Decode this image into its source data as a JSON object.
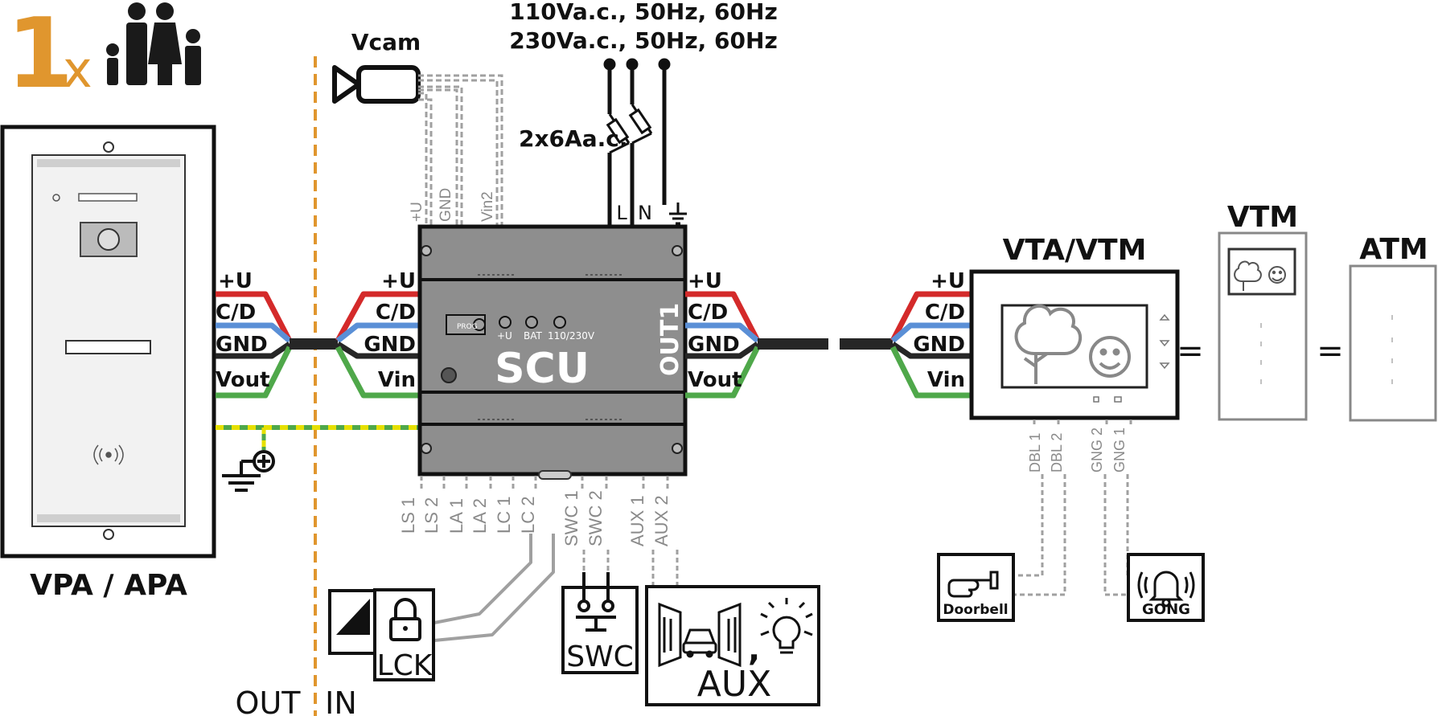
{
  "header": {
    "count": "1",
    "multiplier": "x"
  },
  "power": {
    "line1": "110Va.c., 50Hz, 60Hz",
    "line2": "230Va.c., 50Hz, 60Hz",
    "fuse": "2x6Aa.c.",
    "terminal_l": "L",
    "terminal_n": "N"
  },
  "camera": {
    "label": "Vcam",
    "wires": [
      "+U",
      "GND",
      "Vin2"
    ]
  },
  "panel": {
    "label": "VPA / APA"
  },
  "wire_labels": {
    "plus_u": "+U",
    "cd": "C/D",
    "gnd": "GND",
    "vout": "Vout",
    "vin": "Vin"
  },
  "scu": {
    "label": "SCU",
    "out_label": "OUT1",
    "prog": "PROG",
    "plus_u": "+U",
    "bat": "BAT",
    "mains": "110/230V"
  },
  "scu_bottom_terminals": [
    "LS 1",
    "LS 2",
    "LA 1",
    "LA 2",
    "LC 1",
    "LC 2",
    "SWC 1",
    "SWC 2",
    "AUX 1",
    "AUX 2"
  ],
  "boundary": {
    "out": "OUT",
    "in": "IN"
  },
  "devices": {
    "lck": "LCK",
    "swc": "SWC",
    "aux": "AUX",
    "comma": ",",
    "doorbell": "Doorbell",
    "gong": "GONG"
  },
  "monitor": {
    "label": "VTA/VTM",
    "terminals": [
      "DBL 1",
      "DBL 2",
      "GNG 2",
      "GNG 1"
    ]
  },
  "vtm": {
    "label": "VTM"
  },
  "atm": {
    "label": "ATM"
  },
  "equals": "=",
  "colors": {
    "red": "#d42a2a",
    "blue": "#5a8fd6",
    "green": "#4fa84a",
    "orange": "#e0962e",
    "dark": "#262626",
    "grey_wire": "#a0a0a0",
    "scu_fill": "#8e8e8e",
    "earth_yellow": "#e6e000"
  }
}
